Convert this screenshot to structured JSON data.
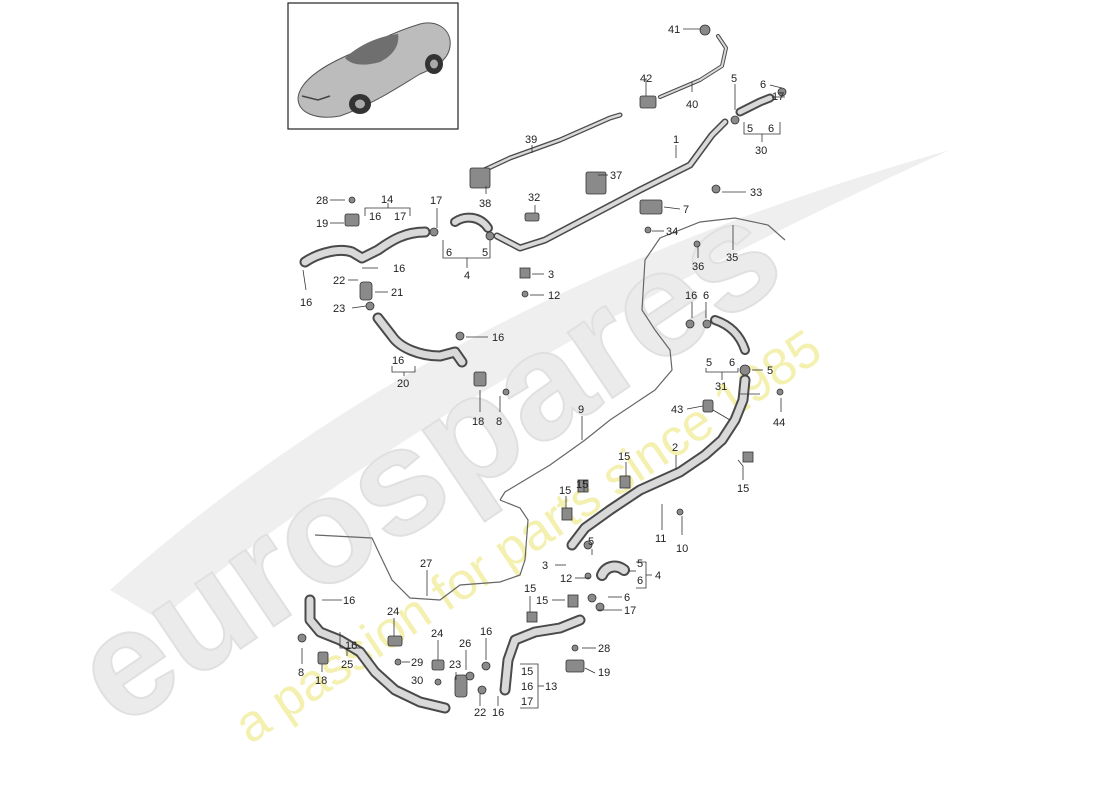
{
  "watermark": {
    "brand": "eurospares",
    "tagline": "a passion for parts since 1985"
  },
  "colors": {
    "watermark_grey": "#e6e6e6",
    "watermark_yellow": "#f3f0b0",
    "line": "#333333",
    "pipe": "#4a4a4a"
  },
  "thumbnail": {
    "icon": "car-icon"
  },
  "callouts": [
    {
      "id": "c41",
      "text": "41"
    },
    {
      "id": "c42",
      "text": "42"
    },
    {
      "id": "c40",
      "text": "40"
    },
    {
      "id": "c5a",
      "text": "5"
    },
    {
      "id": "c6a",
      "text": "6"
    },
    {
      "id": "c17a",
      "text": "17"
    },
    {
      "id": "c5b",
      "text": "5"
    },
    {
      "id": "c6b",
      "text": "6"
    },
    {
      "id": "c30",
      "text": "30"
    },
    {
      "id": "c39",
      "text": "39"
    },
    {
      "id": "c1",
      "text": "1"
    },
    {
      "id": "c37",
      "text": "37"
    },
    {
      "id": "c38",
      "text": "38"
    },
    {
      "id": "c33",
      "text": "33"
    },
    {
      "id": "c32",
      "text": "32"
    },
    {
      "id": "c7",
      "text": "7"
    },
    {
      "id": "c34",
      "text": "34"
    },
    {
      "id": "c28a",
      "text": "28"
    },
    {
      "id": "c14",
      "text": "14"
    },
    {
      "id": "c16a",
      "text": "16"
    },
    {
      "id": "c17b",
      "text": "17"
    },
    {
      "id": "c19a",
      "text": "19"
    },
    {
      "id": "c17c",
      "text": "17"
    },
    {
      "id": "c6c",
      "text": "6"
    },
    {
      "id": "c5c",
      "text": "5"
    },
    {
      "id": "c4a",
      "text": "4"
    },
    {
      "id": "c16b",
      "text": "16"
    },
    {
      "id": "c22a",
      "text": "22"
    },
    {
      "id": "c21",
      "text": "21"
    },
    {
      "id": "c16c",
      "text": "16"
    },
    {
      "id": "c23a",
      "text": "23"
    },
    {
      "id": "c3a",
      "text": "3"
    },
    {
      "id": "c12a",
      "text": "12"
    },
    {
      "id": "c36",
      "text": "36"
    },
    {
      "id": "c35",
      "text": "35"
    },
    {
      "id": "c16d",
      "text": "16"
    },
    {
      "id": "c6d",
      "text": "6"
    },
    {
      "id": "c16e",
      "text": "16"
    },
    {
      "id": "c16f",
      "text": "16"
    },
    {
      "id": "c20",
      "text": "20"
    },
    {
      "id": "c5d",
      "text": "5"
    },
    {
      "id": "c6e",
      "text": "6"
    },
    {
      "id": "c31",
      "text": "31"
    },
    {
      "id": "c5e",
      "text": "5"
    },
    {
      "id": "c18a",
      "text": "18"
    },
    {
      "id": "c8a",
      "text": "8"
    },
    {
      "id": "c43",
      "text": "43"
    },
    {
      "id": "c44",
      "text": "44"
    },
    {
      "id": "c9",
      "text": "9"
    },
    {
      "id": "c2",
      "text": "2"
    },
    {
      "id": "c15a",
      "text": "15"
    },
    {
      "id": "c15b",
      "text": "15"
    },
    {
      "id": "c15c",
      "text": "15"
    },
    {
      "id": "c15d",
      "text": "15"
    },
    {
      "id": "c11",
      "text": "11"
    },
    {
      "id": "c10",
      "text": "10"
    },
    {
      "id": "c5f",
      "text": "5"
    },
    {
      "id": "c5g",
      "text": "5"
    },
    {
      "id": "c4b",
      "text": "4"
    },
    {
      "id": "c6f",
      "text": "6"
    },
    {
      "id": "c3b",
      "text": "3"
    },
    {
      "id": "c12b",
      "text": "12"
    },
    {
      "id": "c27",
      "text": "27"
    },
    {
      "id": "c16g",
      "text": "16"
    },
    {
      "id": "c15e",
      "text": "15"
    },
    {
      "id": "c15f",
      "text": "15"
    },
    {
      "id": "c6g",
      "text": "6"
    },
    {
      "id": "c17d",
      "text": "17"
    },
    {
      "id": "c24a",
      "text": "24"
    },
    {
      "id": "c16h",
      "text": "16"
    },
    {
      "id": "c8b",
      "text": "8"
    },
    {
      "id": "c18b",
      "text": "18"
    },
    {
      "id": "c25",
      "text": "25"
    },
    {
      "id": "c29",
      "text": "29"
    },
    {
      "id": "c24b",
      "text": "24"
    },
    {
      "id": "c26",
      "text": "26"
    },
    {
      "id": "c16i",
      "text": "16"
    },
    {
      "id": "c23b",
      "text": "23"
    },
    {
      "id": "c30b",
      "text": "30"
    },
    {
      "id": "c28b",
      "text": "28"
    },
    {
      "id": "c15g",
      "text": "15"
    },
    {
      "id": "c16j",
      "text": "16"
    },
    {
      "id": "c13",
      "text": "13"
    },
    {
      "id": "c17e",
      "text": "17"
    },
    {
      "id": "c19b",
      "text": "19"
    },
    {
      "id": "c22b",
      "text": "22"
    },
    {
      "id": "c16k",
      "text": "16"
    }
  ]
}
